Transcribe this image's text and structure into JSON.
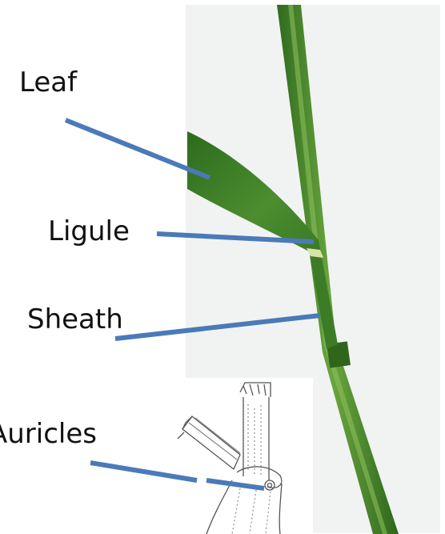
{
  "labels": {
    "leaf": "Leaf",
    "ligule": "Ligule",
    "sheath": "Sheath",
    "auricles": "Auricles"
  },
  "colors": {
    "leader": "#4a7ab8",
    "stem": "#4f8a2f",
    "leaf": "#3f7c2a",
    "photo_bg": "#f1f3f2"
  }
}
